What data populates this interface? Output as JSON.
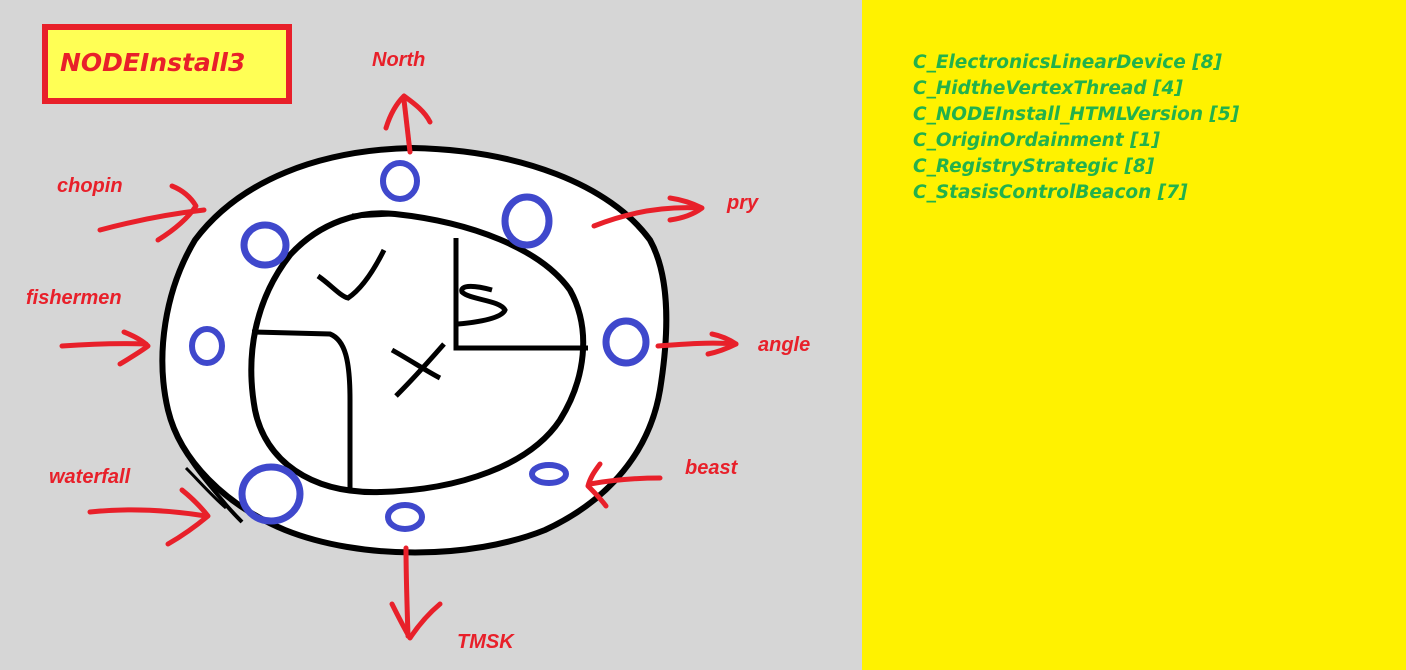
{
  "title": "NODEInstall3",
  "direction_labels": {
    "north": "North",
    "chopin": "chopin",
    "pry": "pry",
    "fishermen": "fishermen",
    "angle": "angle",
    "waterfall": "waterfall",
    "beast": "beast",
    "tmsk": "TMSK"
  },
  "class_list": [
    "C_ElectronicsLinearDevice [8]",
    "C_HidtheVertexThread [4]",
    "C_NODEInstall_HTMLVersion [5]",
    "C_OriginOrdainment [1]",
    "C_RegistryStrategic [8]",
    "C_StasisControlBeacon [7]"
  ],
  "colors": {
    "left_background": "#d6d6d6",
    "right_background": "#fff200",
    "arrow": "#e8202a",
    "port_ring": "#3f48cc",
    "class_text": "#22b14c",
    "title_border": "#e8202a",
    "title_fill": "#ffff55"
  }
}
